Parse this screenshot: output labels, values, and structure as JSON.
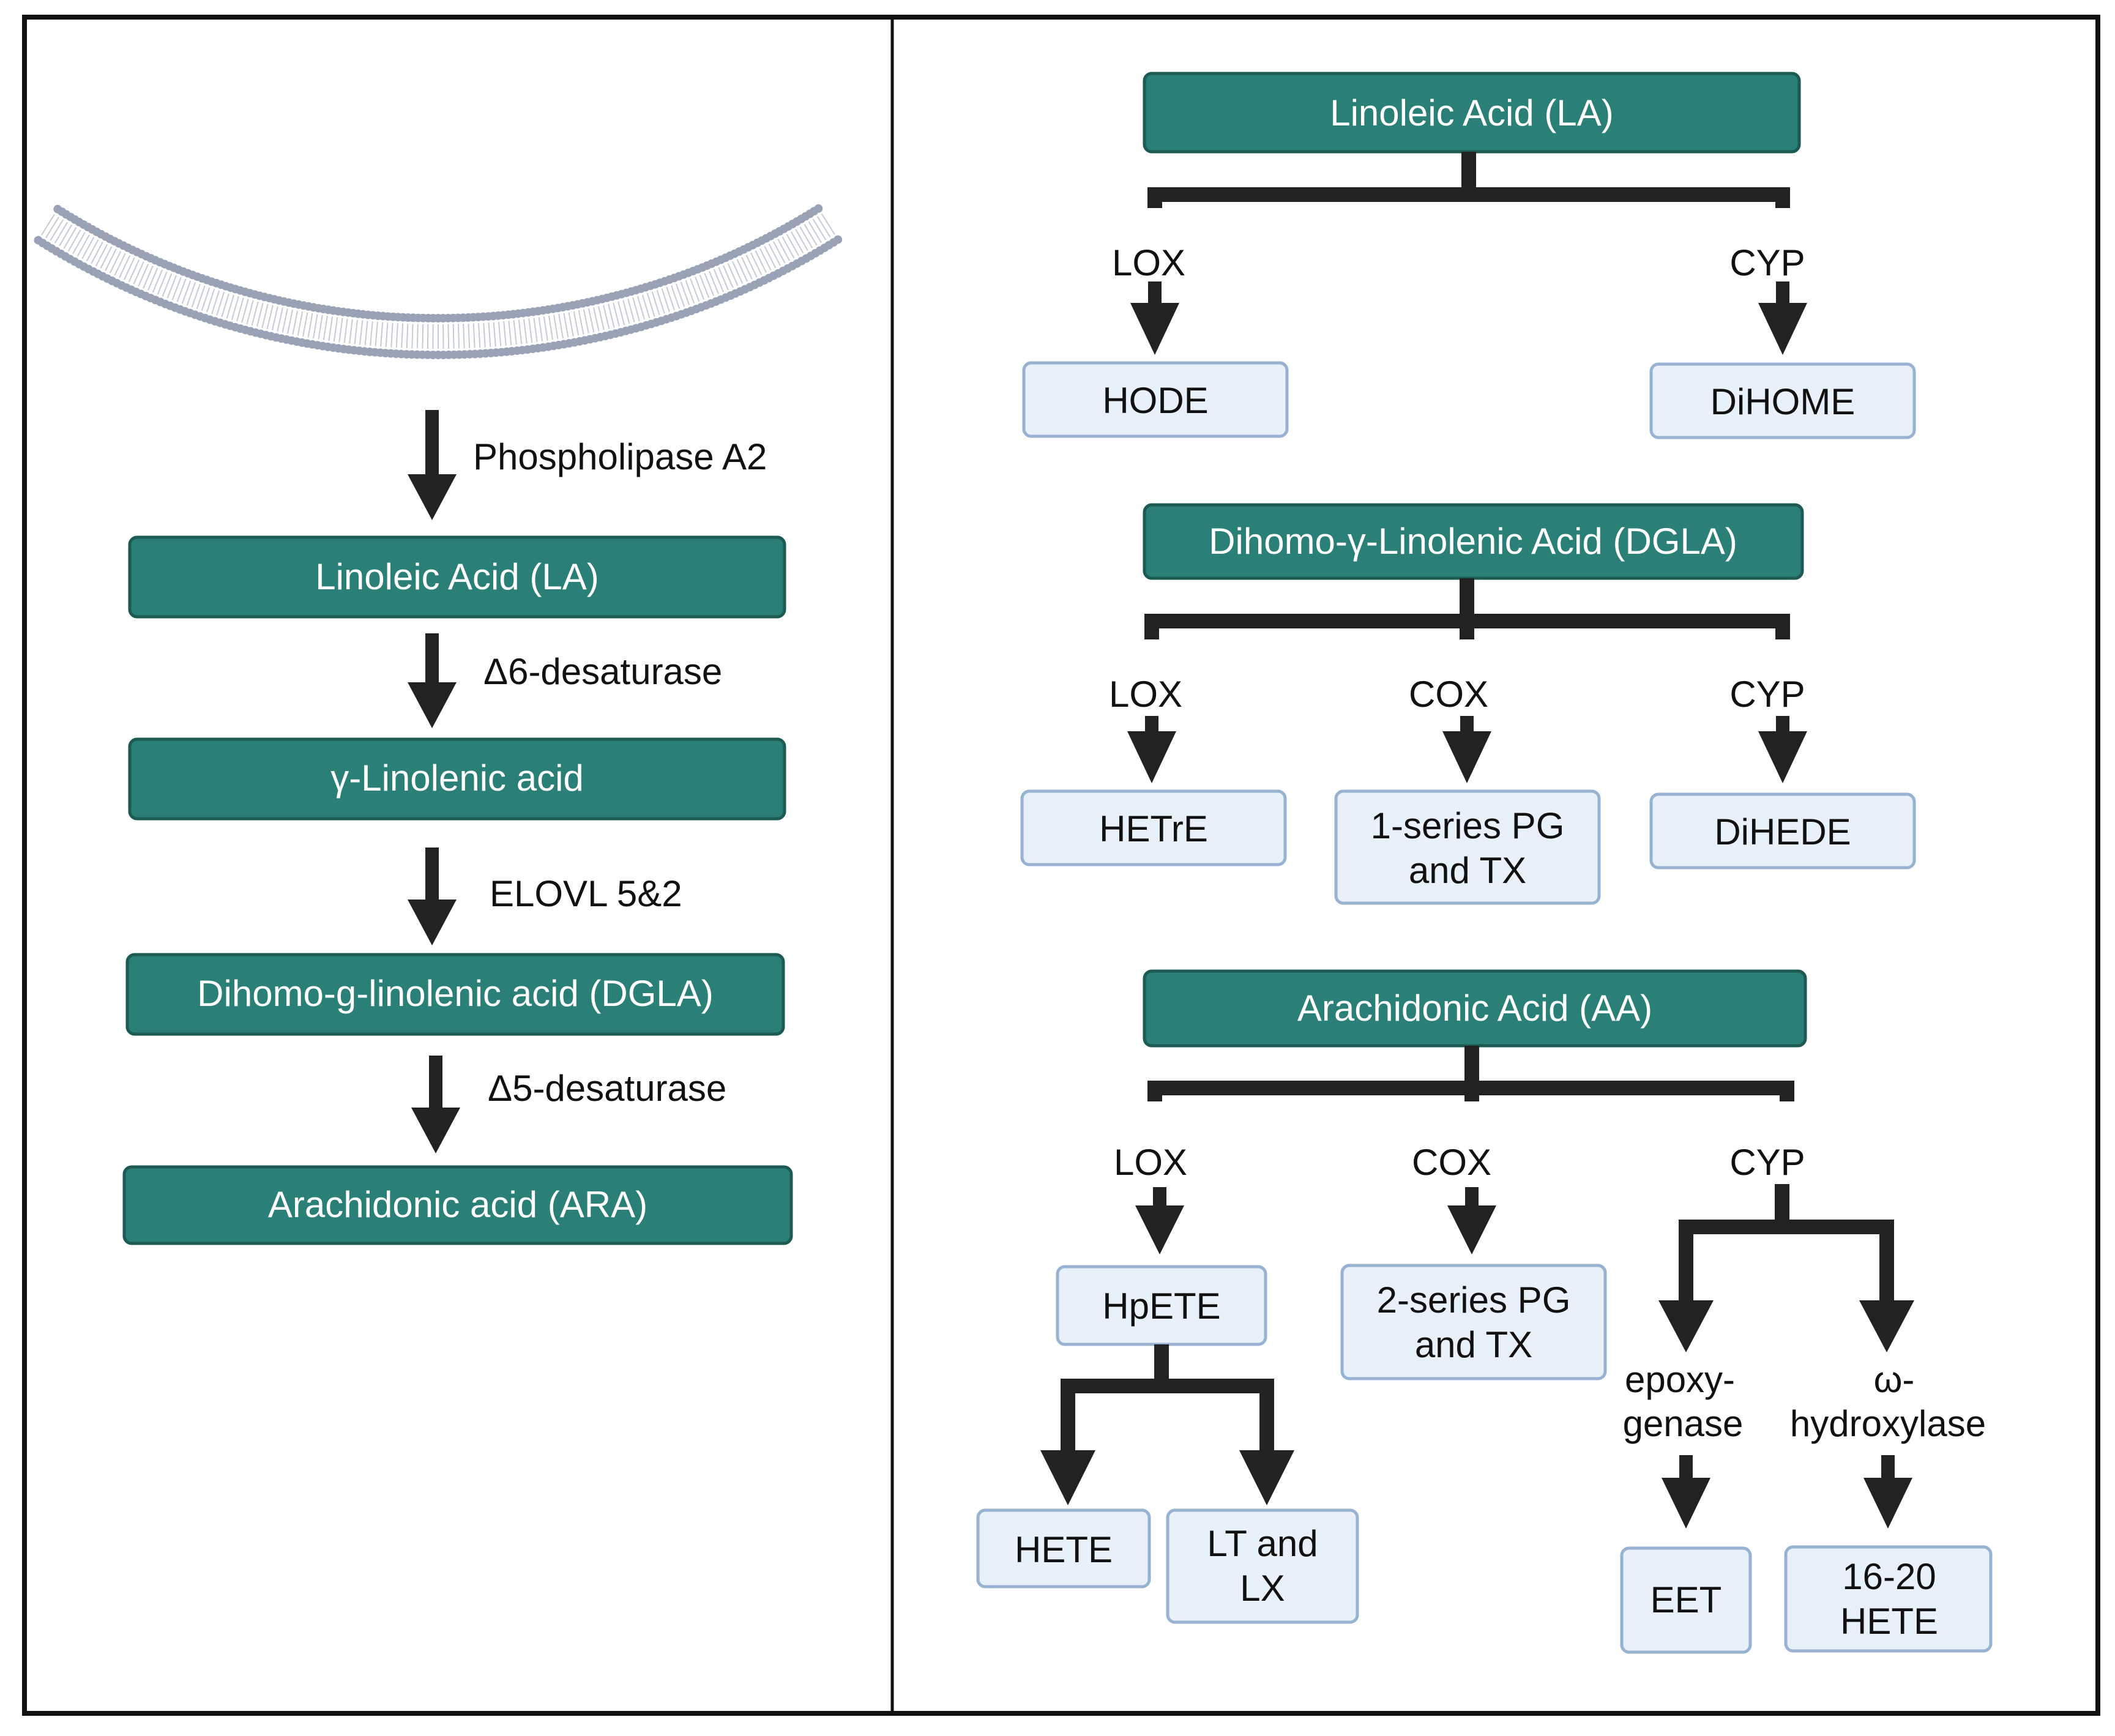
{
  "left": {
    "steps": [
      {
        "enzyme": "Phospholipase A2",
        "product": "Linoleic Acid (LA)"
      },
      {
        "enzyme": "Δ6-desaturase",
        "product": "γ-Linolenic acid"
      },
      {
        "enzyme": "ELOVL 5&2",
        "product": "Dihomo-g-linolenic acid (DGLA)"
      },
      {
        "enzyme": "Δ5-desaturase",
        "product": "Arachidonic acid (ARA)"
      }
    ]
  },
  "right": {
    "la": {
      "title": "Linoleic Acid (LA)",
      "lox": "LOX",
      "cyp": "CYP",
      "lox_product": "HODE",
      "cyp_product": "DiHOME"
    },
    "dgla": {
      "title": "Dihomo-γ-Linolenic Acid (DGLA)",
      "lox": "LOX",
      "cox": "COX",
      "cyp": "CYP",
      "lox_product": "HETrE",
      "cox_product_line1": "1-series PG",
      "cox_product_line2": "and TX",
      "cyp_product": "DiHEDE"
    },
    "aa": {
      "title": "Arachidonic Acid (AA)",
      "lox": "LOX",
      "cox": "COX",
      "cyp": "CYP",
      "lox_product": "HpETE",
      "hpete_left": "HETE",
      "hpete_right_line1": "LT and",
      "hpete_right_line2": "LX",
      "cox_product_line1": "2-series PG",
      "cox_product_line2": "and TX",
      "epoxygenase_line1": "epoxy-",
      "epoxygenase_line2": "genase",
      "hydroxylase_line1": "ω-",
      "hydroxylase_line2": "hydroxylase",
      "epoxygenase_product": "EET",
      "hydroxylase_product_line1": "16-20",
      "hydroxylase_product_line2": "HETE"
    }
  }
}
